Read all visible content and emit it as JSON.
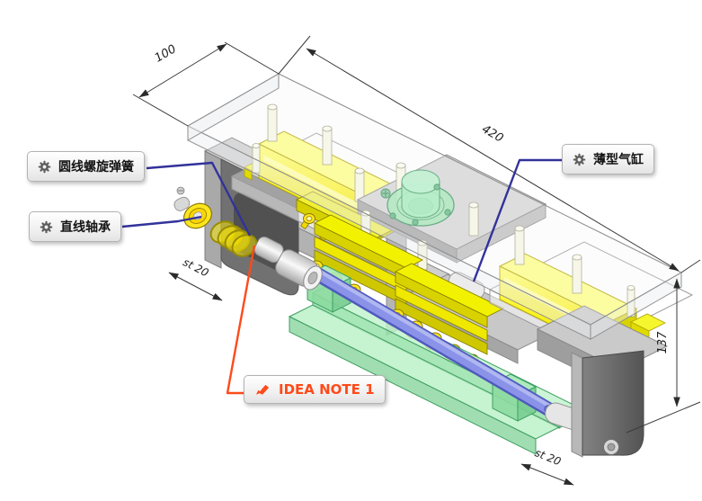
{
  "view": {
    "type": "cad-assembly-annotation",
    "background": "#ffffff"
  },
  "callouts": {
    "spring": {
      "label": "圆线螺旋弹簧",
      "icon": "gear-icon"
    },
    "bearing": {
      "label": "直线轴承",
      "icon": "gear-icon"
    },
    "thin_cylinder": {
      "label": "薄型气缸",
      "icon": "gear-icon"
    },
    "idea_note": {
      "label": "IDEA NOTE 1",
      "icon": "pencil-icon"
    }
  },
  "dimensions": {
    "width": {
      "value": "100"
    },
    "length": {
      "value": "420"
    },
    "height": {
      "value": "137"
    },
    "stroke_left": {
      "value": "st 20"
    },
    "stroke_right": {
      "value": "st 20"
    }
  },
  "colors": {
    "leader_blue": "#32329b",
    "accent_orange": "#ff4a1a",
    "part_yellow": "#ffff4d",
    "part_green": "#97e6ad",
    "rod_blue": "#8a93e8",
    "bracket_gray": "#6a6a6a",
    "dimension_line": "#3a3a3a"
  }
}
